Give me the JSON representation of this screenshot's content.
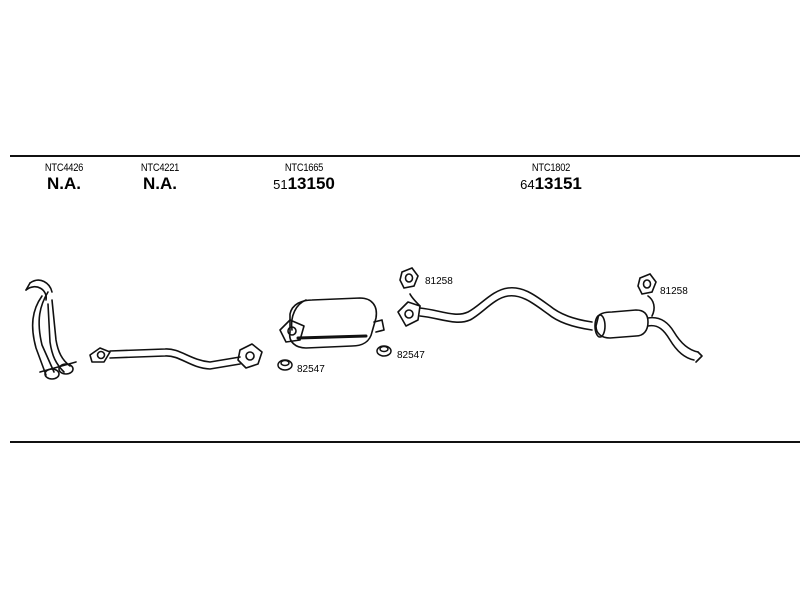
{
  "columns": [
    {
      "code": "NTC4426",
      "price_prefix": "",
      "price_main": "N.A."
    },
    {
      "code": "NTC4221",
      "price_prefix": "",
      "price_main": "N.A."
    },
    {
      "code": "NTC1665",
      "price_prefix": "51",
      "price_main": "13150"
    },
    {
      "code": "NTC1802",
      "price_prefix": "64",
      "price_main": "13151"
    }
  ],
  "part_labels": {
    "gasket_a": "82547",
    "gasket_b": "82547",
    "mount_a": "81258",
    "mount_b": "81258"
  },
  "icons": [
    "front-pipe-icon",
    "intermediate-pipe-icon",
    "center-silencer-icon",
    "rear-silencer-pipe-icon",
    "gasket-ring-icon",
    "rubber-mount-icon"
  ],
  "colors": {
    "line": "#111111",
    "background": "#ffffff"
  }
}
